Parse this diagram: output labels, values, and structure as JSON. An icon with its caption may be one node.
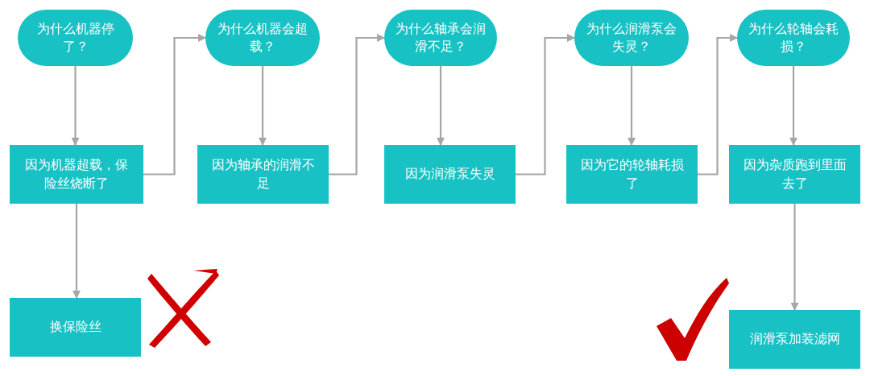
{
  "diagram": {
    "nodes": [
      {
        "text": [
          "为什么机器停了？"
        ]
      },
      {
        "text": [
          "为什么机器会超载？"
        ]
      },
      {
        "text": [
          "为什么轴承会润滑不足？"
        ]
      },
      {
        "text": [
          "为什么润滑泵会失灵？"
        ]
      },
      {
        "text": [
          "为什么轮轴会耗损？"
        ]
      },
      {
        "text": [
          "因为机器超载，保险丝烧断了"
        ]
      },
      {
        "text": [
          "因为轴承的润滑不足"
        ]
      },
      {
        "text": [
          "因为润滑泵失灵"
        ]
      },
      {
        "text": [
          "因为它的轮轴耗损了"
        ]
      },
      {
        "text": [
          "因为杂质跑到里面去了"
        ]
      },
      {
        "text": [
          "换保险丝"
        ]
      },
      {
        "text": [
          "润滑泵加装滤网"
        ]
      }
    ],
    "edges": [
      {
        "from": 0,
        "to": 5,
        "arrow": "to"
      },
      {
        "from": 5,
        "to": 1,
        "arrow": "to"
      },
      {
        "from": 1,
        "to": 6,
        "arrow": "to"
      },
      {
        "from": 6,
        "to": 2,
        "arrow": "to"
      },
      {
        "from": 2,
        "to": 7,
        "arrow": "to"
      },
      {
        "from": 7,
        "to": 3,
        "arrow": "to"
      },
      {
        "from": 3,
        "to": 8,
        "arrow": "to"
      },
      {
        "from": 8,
        "to": 4,
        "arrow": "to"
      },
      {
        "from": 4,
        "to": 9,
        "arrow": "to"
      },
      {
        "from": 5,
        "to": 10,
        "arrow": "to"
      },
      {
        "from": 9,
        "to": 11,
        "arrow": "to"
      }
    ]
  }
}
